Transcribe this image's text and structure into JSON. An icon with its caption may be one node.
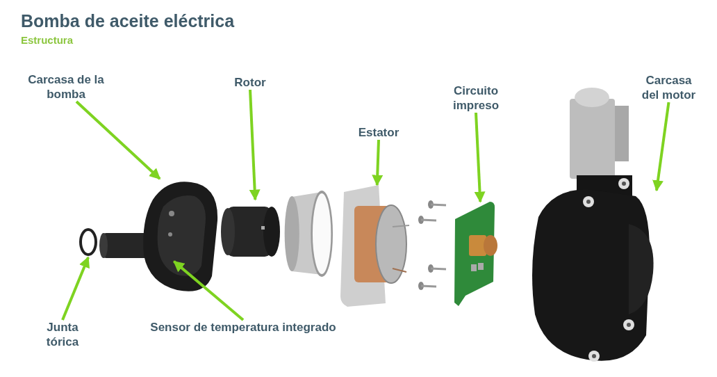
{
  "diagram": {
    "title": "Bomba de aceite eléctrica",
    "nodes": [
      {
        "text": [
          "Carcasa de la bomba"
        ]
      },
      {
        "text": [
          "Rotor"
        ]
      },
      {
        "text": [
          "Circuito impreso"
        ]
      },
      {
        "text": [
          "Carcasa del motor"
        ]
      },
      {
        "text": [
          "Estator"
        ]
      },
      {
        "text": [
          "Junta tórica"
        ]
      },
      {
        "text": [
          "Sensor de temperatura integrado"
        ]
      },
      {
        "text": [],
        "shape": "circle"
      },
      {
        "text": [],
        "shape": "picture"
      },
      {
        "text": [],
        "shape": "picture"
      },
      {
        "text": [],
        "shape": "picture"
      },
      {
        "text": [],
        "shape": "picture"
      },
      {
        "text": [],
        "shape": "picture"
      }
    ],
    "edges": [
      {
        "from": 0,
        "to": 8,
        "arrow": "to"
      },
      {
        "from": 1,
        "to": 9,
        "arrow": "to"
      },
      {
        "from": 4,
        "to": 10,
        "arrow": "to"
      },
      {
        "from": 2,
        "to": 11,
        "arrow": "to"
      },
      {
        "from": 3,
        "to": 12,
        "arrow": "to"
      },
      {
        "from": 5,
        "to": 7,
        "arrow": "to"
      },
      {
        "from": 6,
        "to": 8,
        "arrow": "to"
      }
    ],
    "labels": [
      "Estructura"
    ]
  }
}
